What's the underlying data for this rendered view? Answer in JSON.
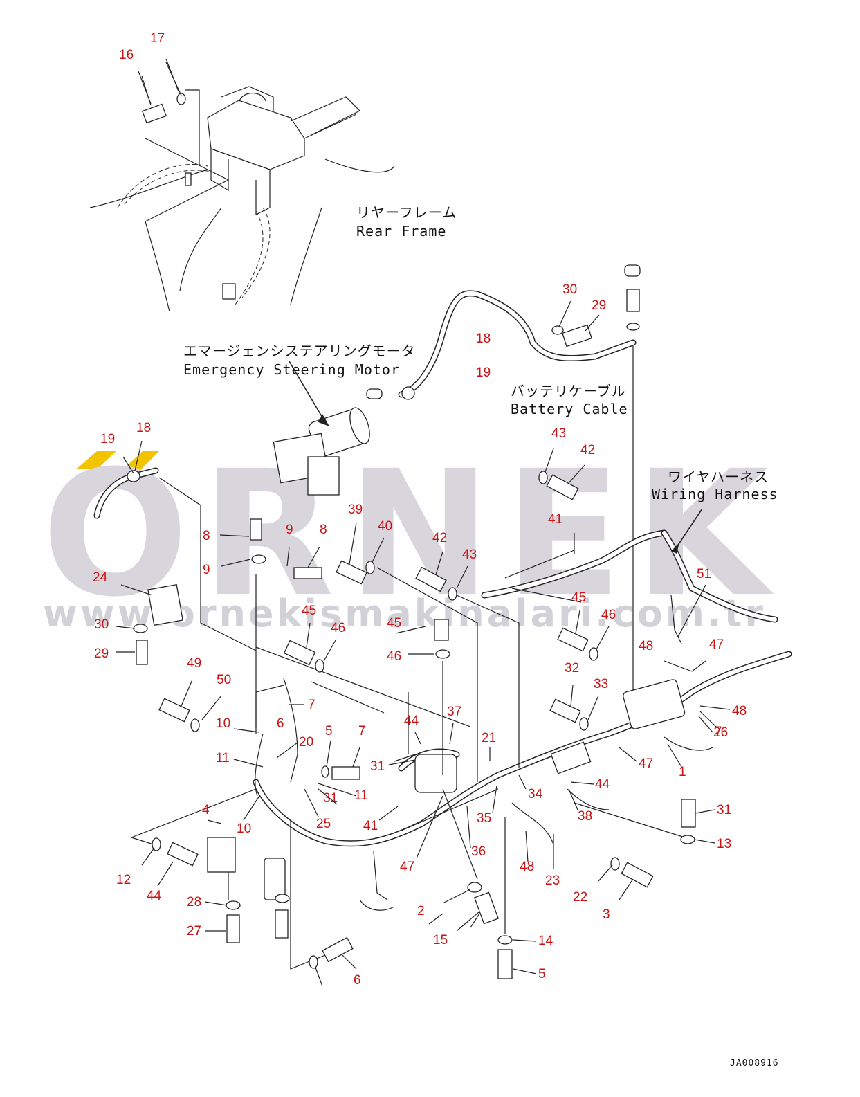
{
  "watermark": {
    "brand": "ORNEK",
    "url": "www.ornekismakinalari.com.tr",
    "accent_color": "#f2c400",
    "text_color": "#d8d6dc"
  },
  "captions": {
    "rear_frame_jp": "リヤーフレーム",
    "rear_frame_en": "Rear Frame",
    "steering_motor_jp": "エマージェンシステアリングモータ",
    "steering_motor_en": "Emergency Steering Motor",
    "battery_cable_jp": "バッテリケーブル",
    "battery_cable_en": "Battery Cable",
    "wiring_harness_jp": "ワイヤハーネス",
    "wiring_harness_en": "Wiring Harness"
  },
  "document_id": "JA008916",
  "callout_color": "#c81414",
  "callouts": [
    "17",
    "16",
    "30",
    "29",
    "18",
    "19",
    "19",
    "18",
    "8",
    "9",
    "9",
    "8",
    "39",
    "40",
    "42",
    "43",
    "43",
    "42",
    "41",
    "24",
    "45",
    "46",
    "45",
    "46",
    "45",
    "46",
    "51",
    "30",
    "29",
    "49",
    "50",
    "32",
    "48",
    "47",
    "33",
    "48",
    "7",
    "7",
    "10",
    "6",
    "5",
    "7",
    "11",
    "20",
    "44",
    "37",
    "21",
    "31",
    "47",
    "26",
    "11",
    "31",
    "44",
    "1",
    "4",
    "10",
    "25",
    "41",
    "34",
    "38",
    "35",
    "31",
    "36",
    "13",
    "12",
    "44",
    "47",
    "48",
    "23",
    "22",
    "3",
    "28",
    "2",
    "27",
    "15",
    "14",
    "5",
    "6"
  ]
}
